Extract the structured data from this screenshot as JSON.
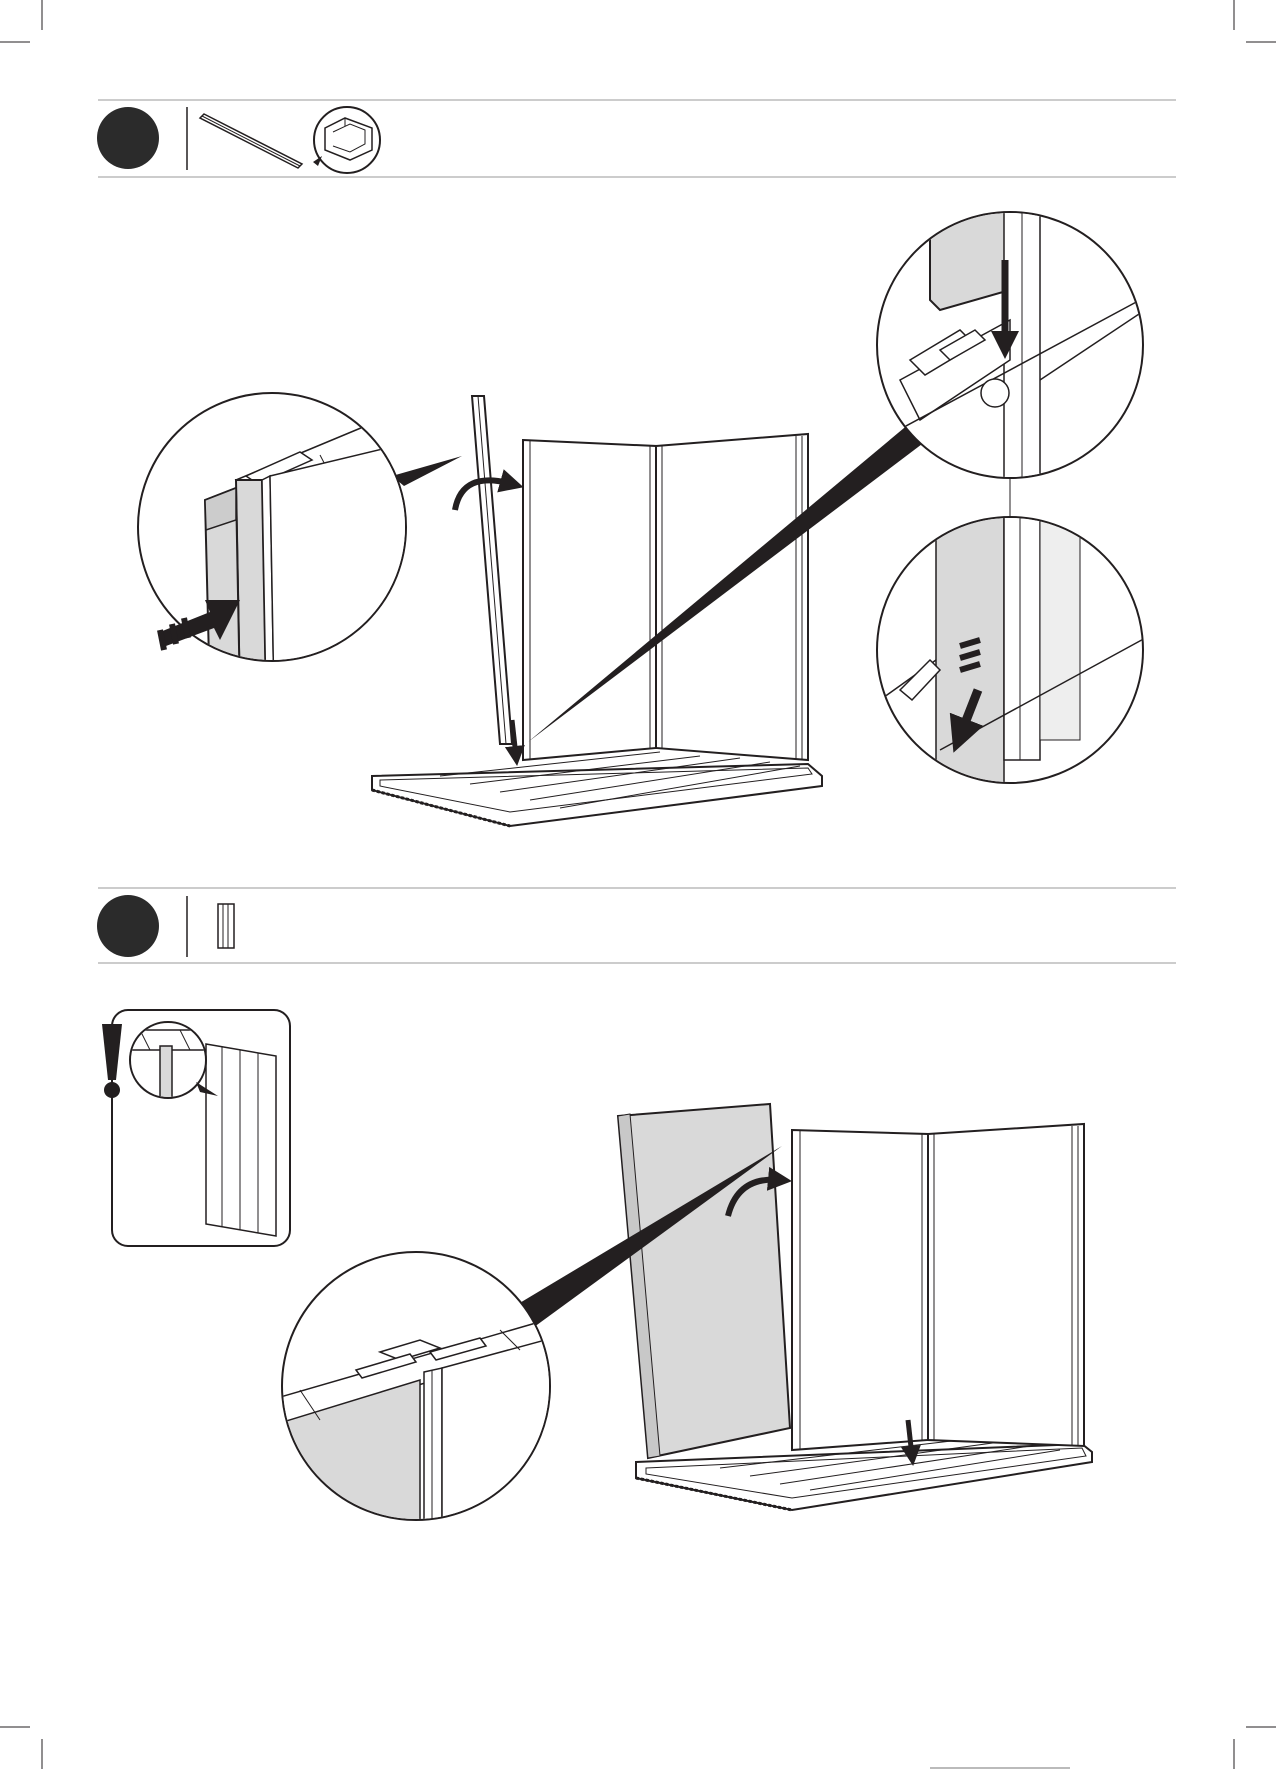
{
  "document": {
    "type": "assembly-instruction-page",
    "text_visible": false
  },
  "steps": [
    {
      "id": "step-a",
      "number": "",
      "parts": [
        "long-connector-rail",
        "rail-profile-detail"
      ],
      "illustrations": [
        "side-slide-detail",
        "corner-lock-detail",
        "rail-slide-down-detail",
        "base-with-back-panels"
      ]
    },
    {
      "id": "step-b",
      "number": "",
      "parts": [
        "wall-panel"
      ],
      "illustrations": [
        "caution-orientation-box",
        "panel-groove-detail",
        "base-with-new-panel"
      ]
    }
  ],
  "icons": {
    "caution": "exclamation-icon",
    "arrow": "arrow-icon"
  },
  "colors": {
    "ink": "#231f20",
    "panel_fill": "#d9d9d9",
    "step_circle": "#2b2b2b"
  }
}
